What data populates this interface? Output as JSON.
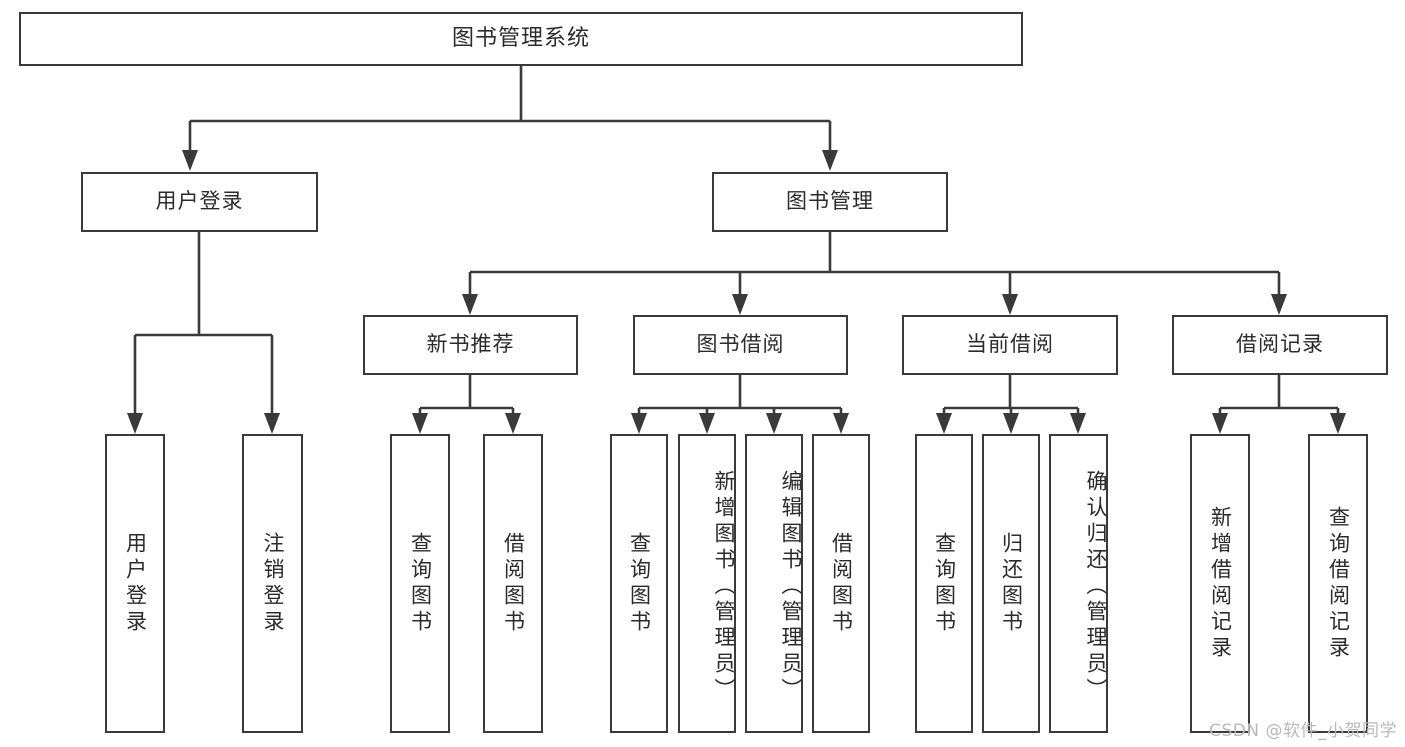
{
  "diagram": {
    "type": "tree",
    "title": "图书管理系统",
    "orientation": "top-down",
    "colors": {
      "stroke": "#3a3a3a",
      "fill": "#ffffff",
      "text": "#2b2b2b",
      "watermark": "#b9b9b9"
    },
    "root": {
      "label": "图书管理系统"
    },
    "level2": [
      {
        "id": "user-login",
        "label": "用户登录"
      },
      {
        "id": "book-manage",
        "label": "图书管理"
      }
    ],
    "level3": [
      {
        "id": "new-book-recommend",
        "label": "新书推荐"
      },
      {
        "id": "book-borrow",
        "label": "图书借阅"
      },
      {
        "id": "current-borrow",
        "label": "当前借阅"
      },
      {
        "id": "borrow-record",
        "label": "借阅记录"
      }
    ],
    "leaves": {
      "user_login": [
        {
          "label": "用户登录"
        },
        {
          "label": "注销登录"
        }
      ],
      "new_book_recommend": [
        {
          "label": "查询图书"
        },
        {
          "label": "借阅图书"
        }
      ],
      "book_borrow": [
        {
          "label": "查询图书"
        },
        {
          "label": "新增图书（管理员）"
        },
        {
          "label": "编辑图书（管理员）"
        },
        {
          "label": "借阅图书"
        }
      ],
      "current_borrow": [
        {
          "label": "查询图书"
        },
        {
          "label": "归还图书"
        },
        {
          "label": "确认归还（管理员）"
        }
      ],
      "borrow_record": [
        {
          "label": "新增借阅记录"
        },
        {
          "label": "查询借阅记录"
        }
      ]
    }
  },
  "watermark": {
    "text": "CSDN @软件_小贺同学"
  }
}
